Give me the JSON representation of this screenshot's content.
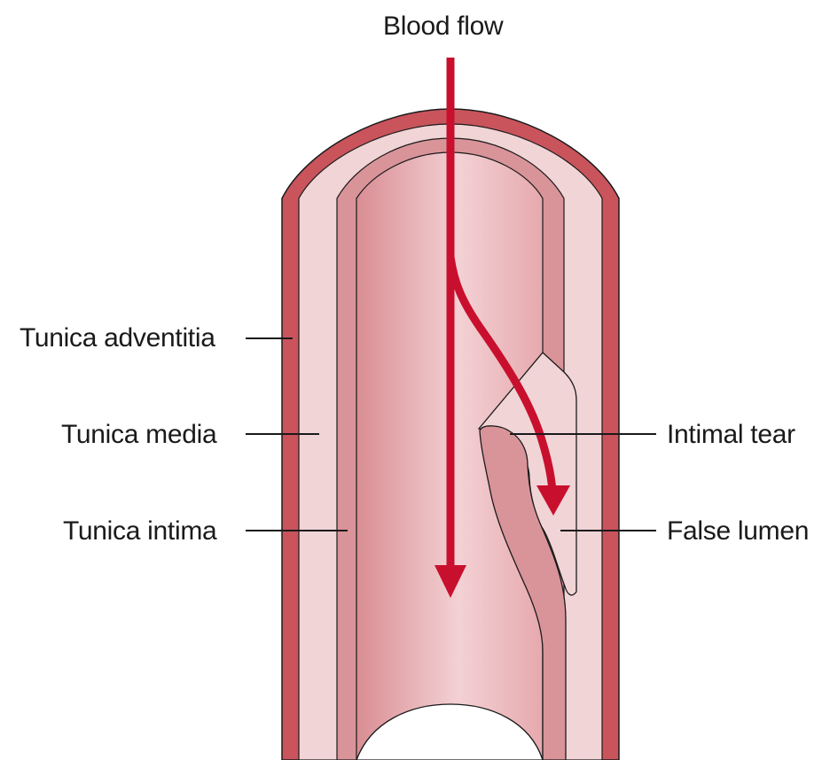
{
  "labels": {
    "blood_flow": "Blood flow",
    "tunica_adventitia": "Tunica adventitia",
    "tunica_media": "Tunica media",
    "tunica_intima": "Tunica intima",
    "intimal_tear": "Intimal tear",
    "false_lumen": "False lumen"
  },
  "colors": {
    "adventitia": "#c9545c",
    "media": "#f1d4d6",
    "intima": "#d99499",
    "lumen": "#e6a9ae",
    "arrow": "#c8102e",
    "outline": "#1a1a1a",
    "leader": "#1a1a1a"
  }
}
